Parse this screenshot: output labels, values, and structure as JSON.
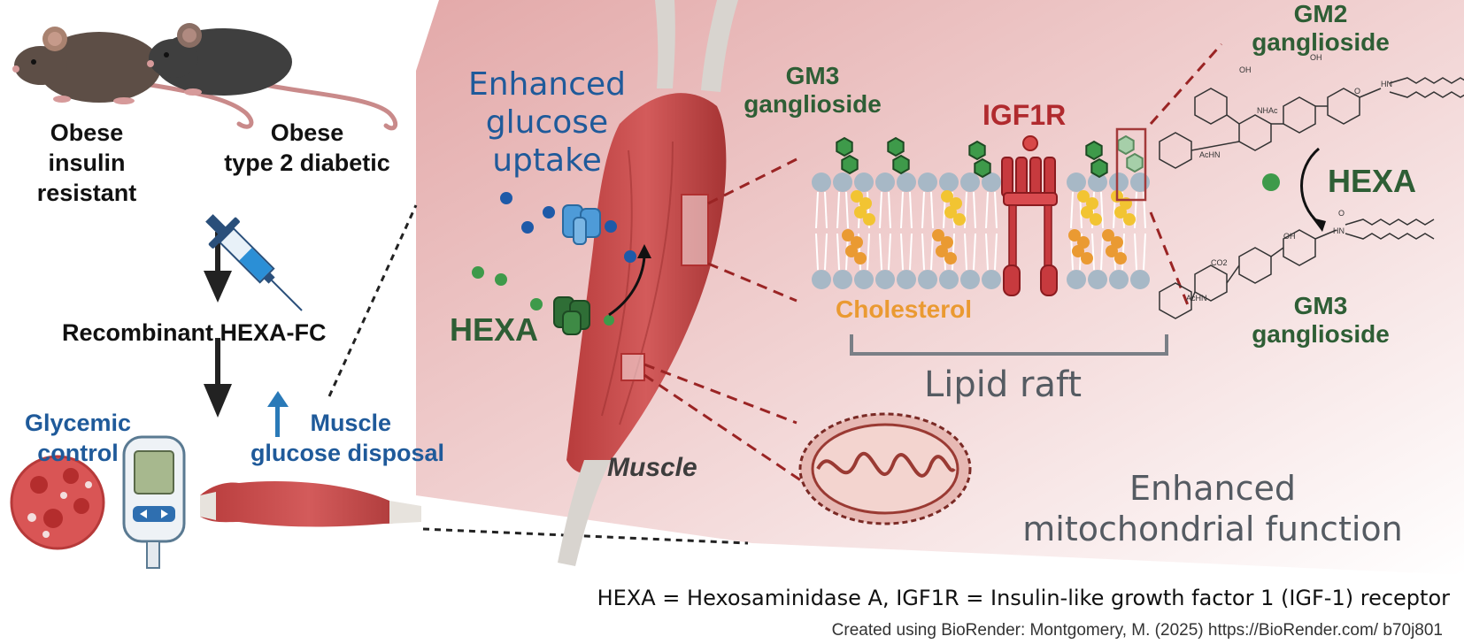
{
  "left_panel": {
    "mouse1_label_lines": [
      "Obese",
      "insulin",
      "resistant"
    ],
    "mouse2_label_lines": [
      "Obese",
      "type 2 diabetic"
    ],
    "treatment_label": "Recombinant HEXA-FC",
    "glycemic_label_lines": [
      "Glycemic",
      "control"
    ],
    "muscle_disposal_lines": [
      "Muscle",
      "glucose disposal"
    ]
  },
  "center_panel": {
    "enhanced_glucose_lines": [
      "Enhanced",
      "glucose",
      "uptake"
    ],
    "hexa_label": "HEXA",
    "muscle_label": "Muscle"
  },
  "raft_panel": {
    "gm3_label_lines": [
      "GM3",
      "ganglioside"
    ],
    "igf1r_label": "IGF1R",
    "cholesterol_label": "Cholesterol",
    "lipid_raft_label": "Lipid raft"
  },
  "right_panel": {
    "gm2_label_lines": [
      "GM2",
      "ganglioside"
    ],
    "hexa_label": "HEXA",
    "gm3_label_lines": [
      "GM3",
      "ganglioside"
    ],
    "mito_label_lines": [
      "Enhanced",
      "mitochondrial function"
    ],
    "chem_atoms": {
      "oh": "OH",
      "nhac": "NHAc",
      "achn": "AcHN",
      "hn": "HN",
      "co2": "CO2",
      "o": "O"
    }
  },
  "footer": {
    "abbreviations": "HEXA = Hexosaminidase A, IGF1R = Insulin-like growth factor 1 (IGF-1) receptor",
    "credit": "Created using BioRender: Montgomery, M. (2025) https://BioRender.com/ b70j801"
  },
  "colors": {
    "background_pink": "#edc4c4",
    "dark_green": "#2e5e35",
    "blue_text": "#1f5a9a",
    "igf1r_red": "#b02a2e",
    "cholesterol_orange": "#ea9a32",
    "muscle_red": "#c84a4a",
    "membrane_grey": "#a7b8c6"
  }
}
